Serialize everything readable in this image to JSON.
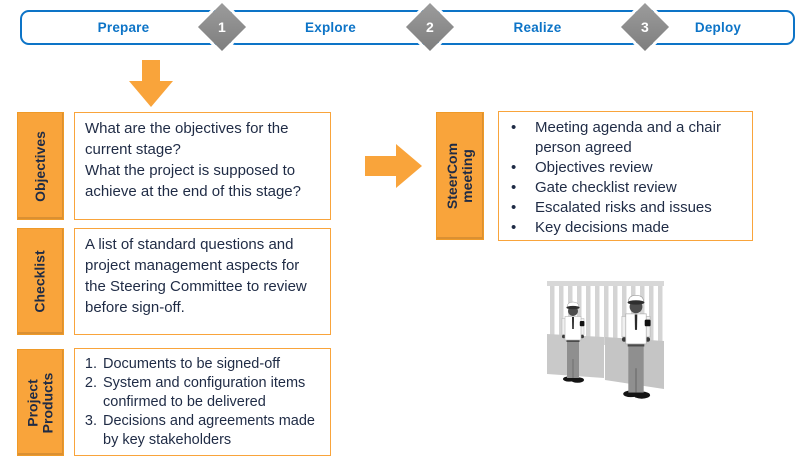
{
  "stage_bar": {
    "stages": [
      {
        "label": "Prepare"
      },
      {
        "label": "Explore"
      },
      {
        "label": "Realize"
      },
      {
        "label": "Deploy"
      }
    ],
    "gates": [
      {
        "number": "1"
      },
      {
        "number": "2"
      },
      {
        "number": "3"
      }
    ]
  },
  "left_sections": {
    "objectives": {
      "label": "Objectives",
      "line1": "What are the objectives for the current stage?",
      "line2": "What the project is supposed to achieve at the end of this stage?"
    },
    "checklist": {
      "label": "Checklist",
      "text": "A list of standard questions and project management aspects for the Steering Committee to review before sign-off."
    },
    "project_products": {
      "label_lines": [
        "Project",
        "Products"
      ],
      "items": [
        "Documents to be signed-off",
        "System and configuration items confirmed to be delivered",
        "Decisions and agreements made by key stakeholders"
      ]
    }
  },
  "steercom": {
    "label_lines": [
      "SteerCom",
      "meeting"
    ],
    "bullets": [
      "Meeting agenda and a chair person agreed",
      "Objectives review",
      "Gate checklist review",
      "Escalated risks and issues",
      "Key decisions made"
    ]
  },
  "illustration": {
    "name": "security-guards-at-gate"
  },
  "colors": {
    "blue": "#0d74c7",
    "orange": "#f9a43b",
    "gray": "#8b8b8b",
    "text_dark": "#1f2b45"
  }
}
